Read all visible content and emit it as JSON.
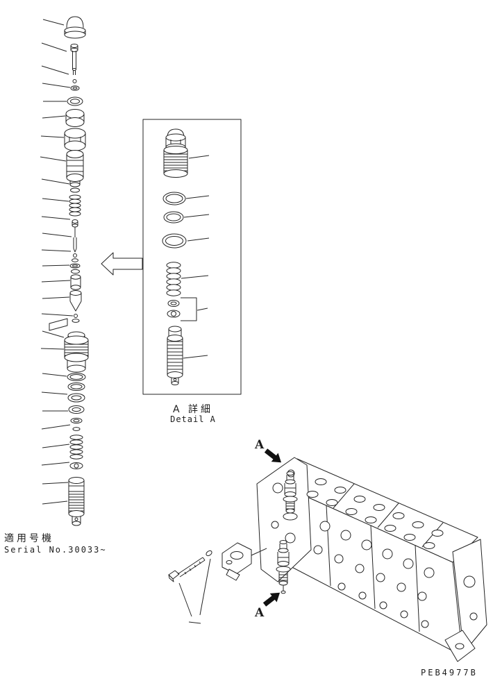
{
  "page": {
    "background": "#ffffff",
    "ink": "#1c1c1c"
  },
  "detail_view": {
    "title_jp": "A 詳細",
    "title_en": "Detail A"
  },
  "applicability": {
    "jp": "適用号機",
    "serial": "Serial No.30033~"
  },
  "section_markers": {
    "top": "A",
    "bottom": "A"
  },
  "drawing_number": "PEB4977B"
}
